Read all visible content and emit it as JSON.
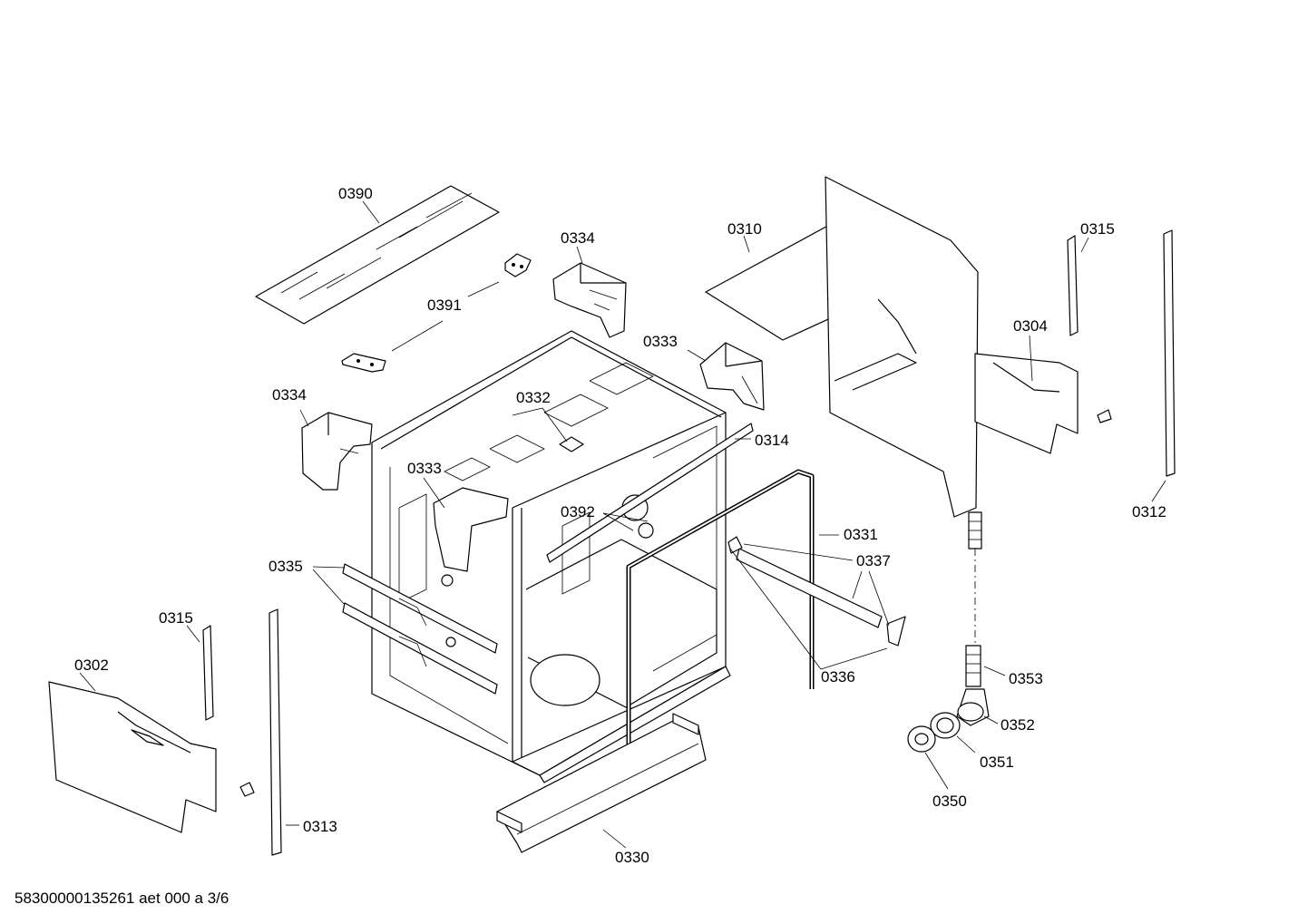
{
  "labels": {
    "p0390": "0390",
    "p0391": "0391",
    "p0334a": "0334",
    "p0334b": "0334",
    "p0333a": "0333",
    "p0333b": "0333",
    "p0332": "0332",
    "p0392": "0392",
    "p0310": "0310",
    "p0315a": "0315",
    "p0315b": "0315",
    "p0304": "0304",
    "p0314": "0314",
    "p0312": "0312",
    "p0331": "0331",
    "p0337": "0337",
    "p0335": "0335",
    "p0336": "0336",
    "p0353": "0353",
    "p0352": "0352",
    "p0351": "0351",
    "p0350": "0350",
    "p0302": "0302",
    "p0313": "0313",
    "p0330": "0330"
  },
  "footer": "58300000135261 aet 000 a 3/6"
}
